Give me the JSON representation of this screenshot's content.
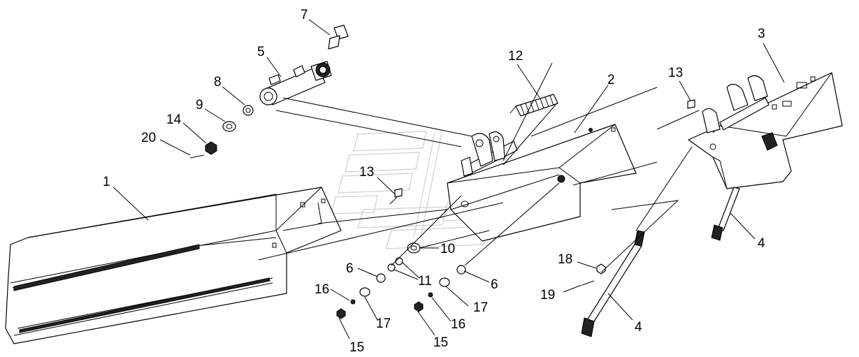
{
  "callouts": {
    "c1": "1",
    "c2": "2",
    "c3": "3",
    "c4a": "4",
    "c4b": "4",
    "c5": "5",
    "c6a": "6",
    "c6b": "6",
    "c7": "7",
    "c8": "8",
    "c9": "9",
    "c10": "10",
    "c11": "11",
    "c12": "12",
    "c13a": "13",
    "c13b": "13",
    "c14": "14",
    "c15a": "15",
    "c15b": "15",
    "c16a": "16",
    "c16b": "16",
    "c17a": "17",
    "c17b": "17",
    "c18": "18",
    "c19": "19",
    "c20": "20"
  },
  "watermark": {
    "color": "#cfcfcf"
  }
}
